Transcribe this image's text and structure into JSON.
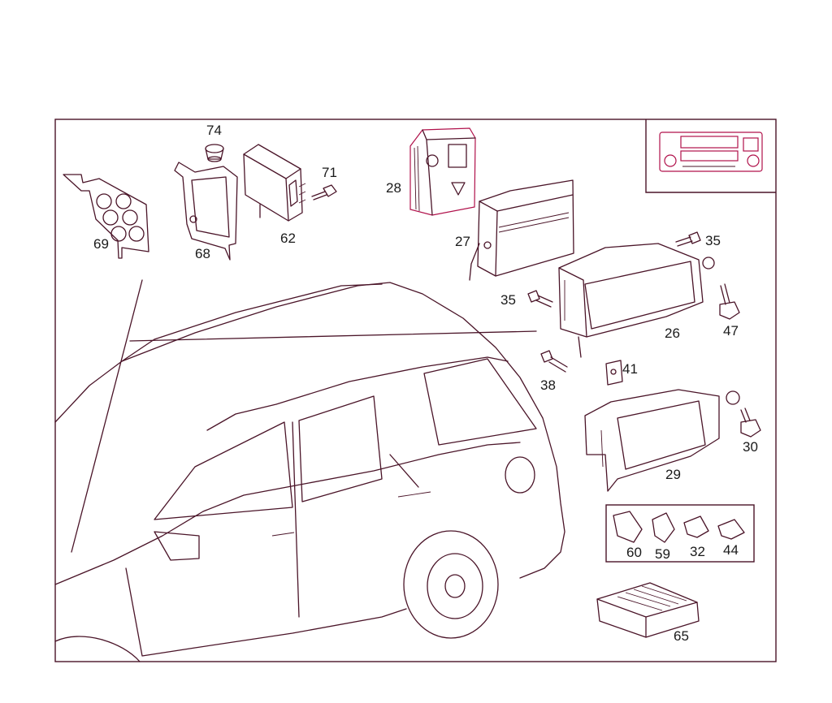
{
  "labels": {
    "p74": "74",
    "p71": "71",
    "p28": "28",
    "p27": "27",
    "p69": "69",
    "p68": "68",
    "p62": "62",
    "p35a": "35",
    "p35b": "35",
    "p26": "26",
    "p47": "47",
    "p41": "41",
    "p38": "38",
    "p30": "30",
    "p29": "29",
    "p60": "60",
    "p59": "59",
    "p32": "32",
    "p44": "44",
    "p65": "65"
  },
  "colors": {
    "line": "#4a1428",
    "accent": "#b0104a",
    "text": "#1a1a1a"
  }
}
